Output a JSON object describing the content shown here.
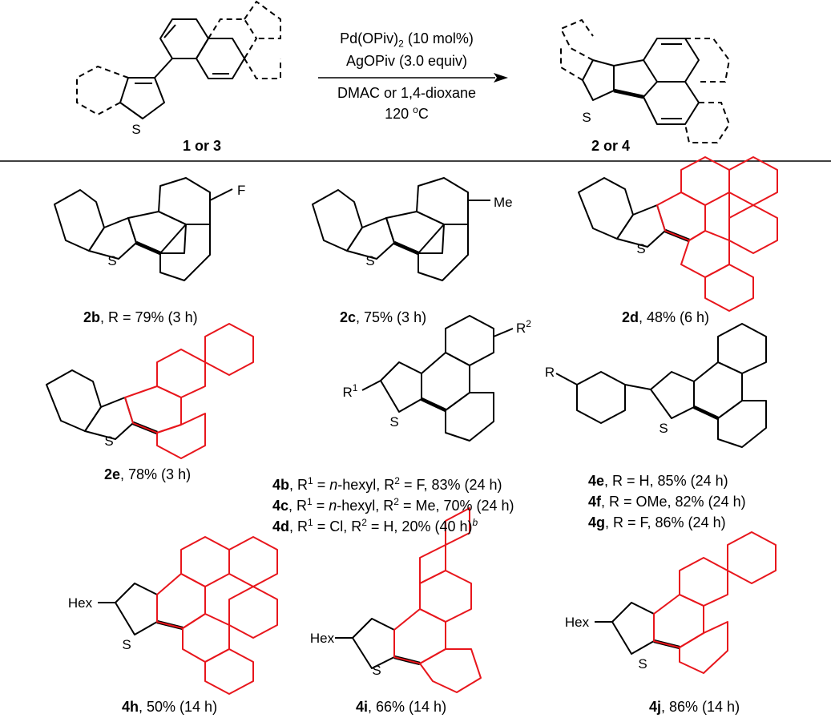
{
  "reaction": {
    "conditions": {
      "line1": "Pd(OPiv)",
      "line1_sub": "2",
      "line1_tail": " (10 mol%)",
      "line2": "AgOPiv (3.0 equiv)",
      "line3": "DMAC or 1,4-dioxane",
      "line4_a": "120 ",
      "line4_sup": "o",
      "line4_b": "C"
    },
    "reactant_label": "1 or 3",
    "product_label": "2 or 4"
  },
  "atoms": {
    "S": "S",
    "F": "F",
    "Me": "Me",
    "Hex": "Hex",
    "R": "R",
    "R1": "R",
    "R2": "R",
    "sup1": "1",
    "sup2": "2"
  },
  "entries": {
    "2b": {
      "id": "2b",
      "text": ", R = 79% (3 h)"
    },
    "2c": {
      "id": "2c",
      "text": ", 75% (3 h)"
    },
    "2d": {
      "id": "2d",
      "text": ", 48% (6 h)"
    },
    "2e": {
      "id": "2e",
      "text": ", 78% (3 h)"
    },
    "4b": {
      "id": "4b",
      "p1": ", R",
      "s1": "1",
      "p2": " = ",
      "it": "n",
      "p3": "-hexyl, R",
      "s2": "2",
      "p4": " = F, 83% (24 h)"
    },
    "4c": {
      "id": "4c",
      "p1": ", R",
      "s1": "1",
      "p2": " = ",
      "it": "n",
      "p3": "-hexyl, R",
      "s2": "2",
      "p4": " = Me, 70% (24 h)"
    },
    "4d": {
      "id": "4d",
      "p1": ", R",
      "s1": "1",
      "p2": " = Cl, R",
      "s2": "2",
      "p3": " = H, 20% (40 h)",
      "sup": "b"
    },
    "4e": {
      "id": "4e",
      "text": ", R = H, 85% (24 h)"
    },
    "4f": {
      "id": "4f",
      "text": ", R = OMe, 82% (24 h)"
    },
    "4g": {
      "id": "4g",
      "text": ", R = F, 86% (24 h)"
    },
    "4h": {
      "id": "4h",
      "text": ", 50% (14 h)"
    },
    "4i": {
      "id": "4i",
      "text": ", 66% (14 h)"
    },
    "4j": {
      "id": "4j",
      "text": ", 86% (14 h)"
    }
  },
  "colors": {
    "bond": "#000000",
    "highlight": "#e8161c"
  }
}
